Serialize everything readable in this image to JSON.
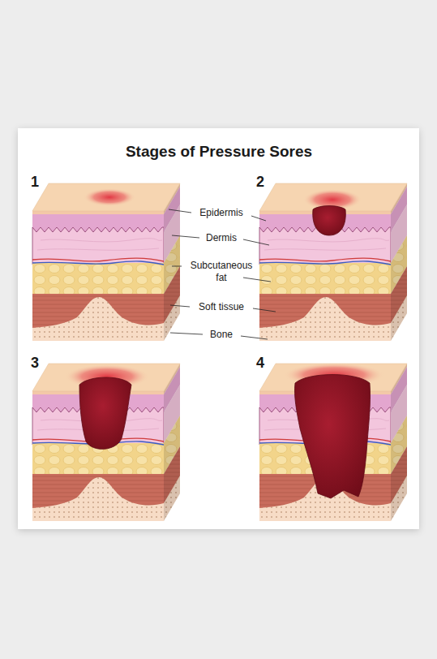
{
  "diagram": {
    "title": "Stages of Pressure Sores",
    "labels": [
      "1",
      "Epidermis",
      "2",
      "Dermis",
      "Subcutaneous fat",
      "Soft tissue",
      "Bone",
      "3",
      "4"
    ]
  }
}
